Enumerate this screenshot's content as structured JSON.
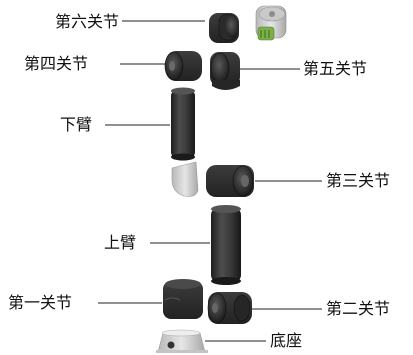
{
  "labels": {
    "joint6": "第六关节",
    "joint4": "第四关节",
    "joint5": "第五关节",
    "forearm": "下臂",
    "joint3": "第三关节",
    "upper_arm": "上臂",
    "joint1": "第一关节",
    "joint2": "第二关节",
    "base": "底座"
  },
  "colors": {
    "metal_dark": "#2c2c2c",
    "metal_mid": "#4a4a4a",
    "cap_light": "#d6d6d6",
    "connector_green": "#7bb04a",
    "leader_line": "#222222"
  }
}
